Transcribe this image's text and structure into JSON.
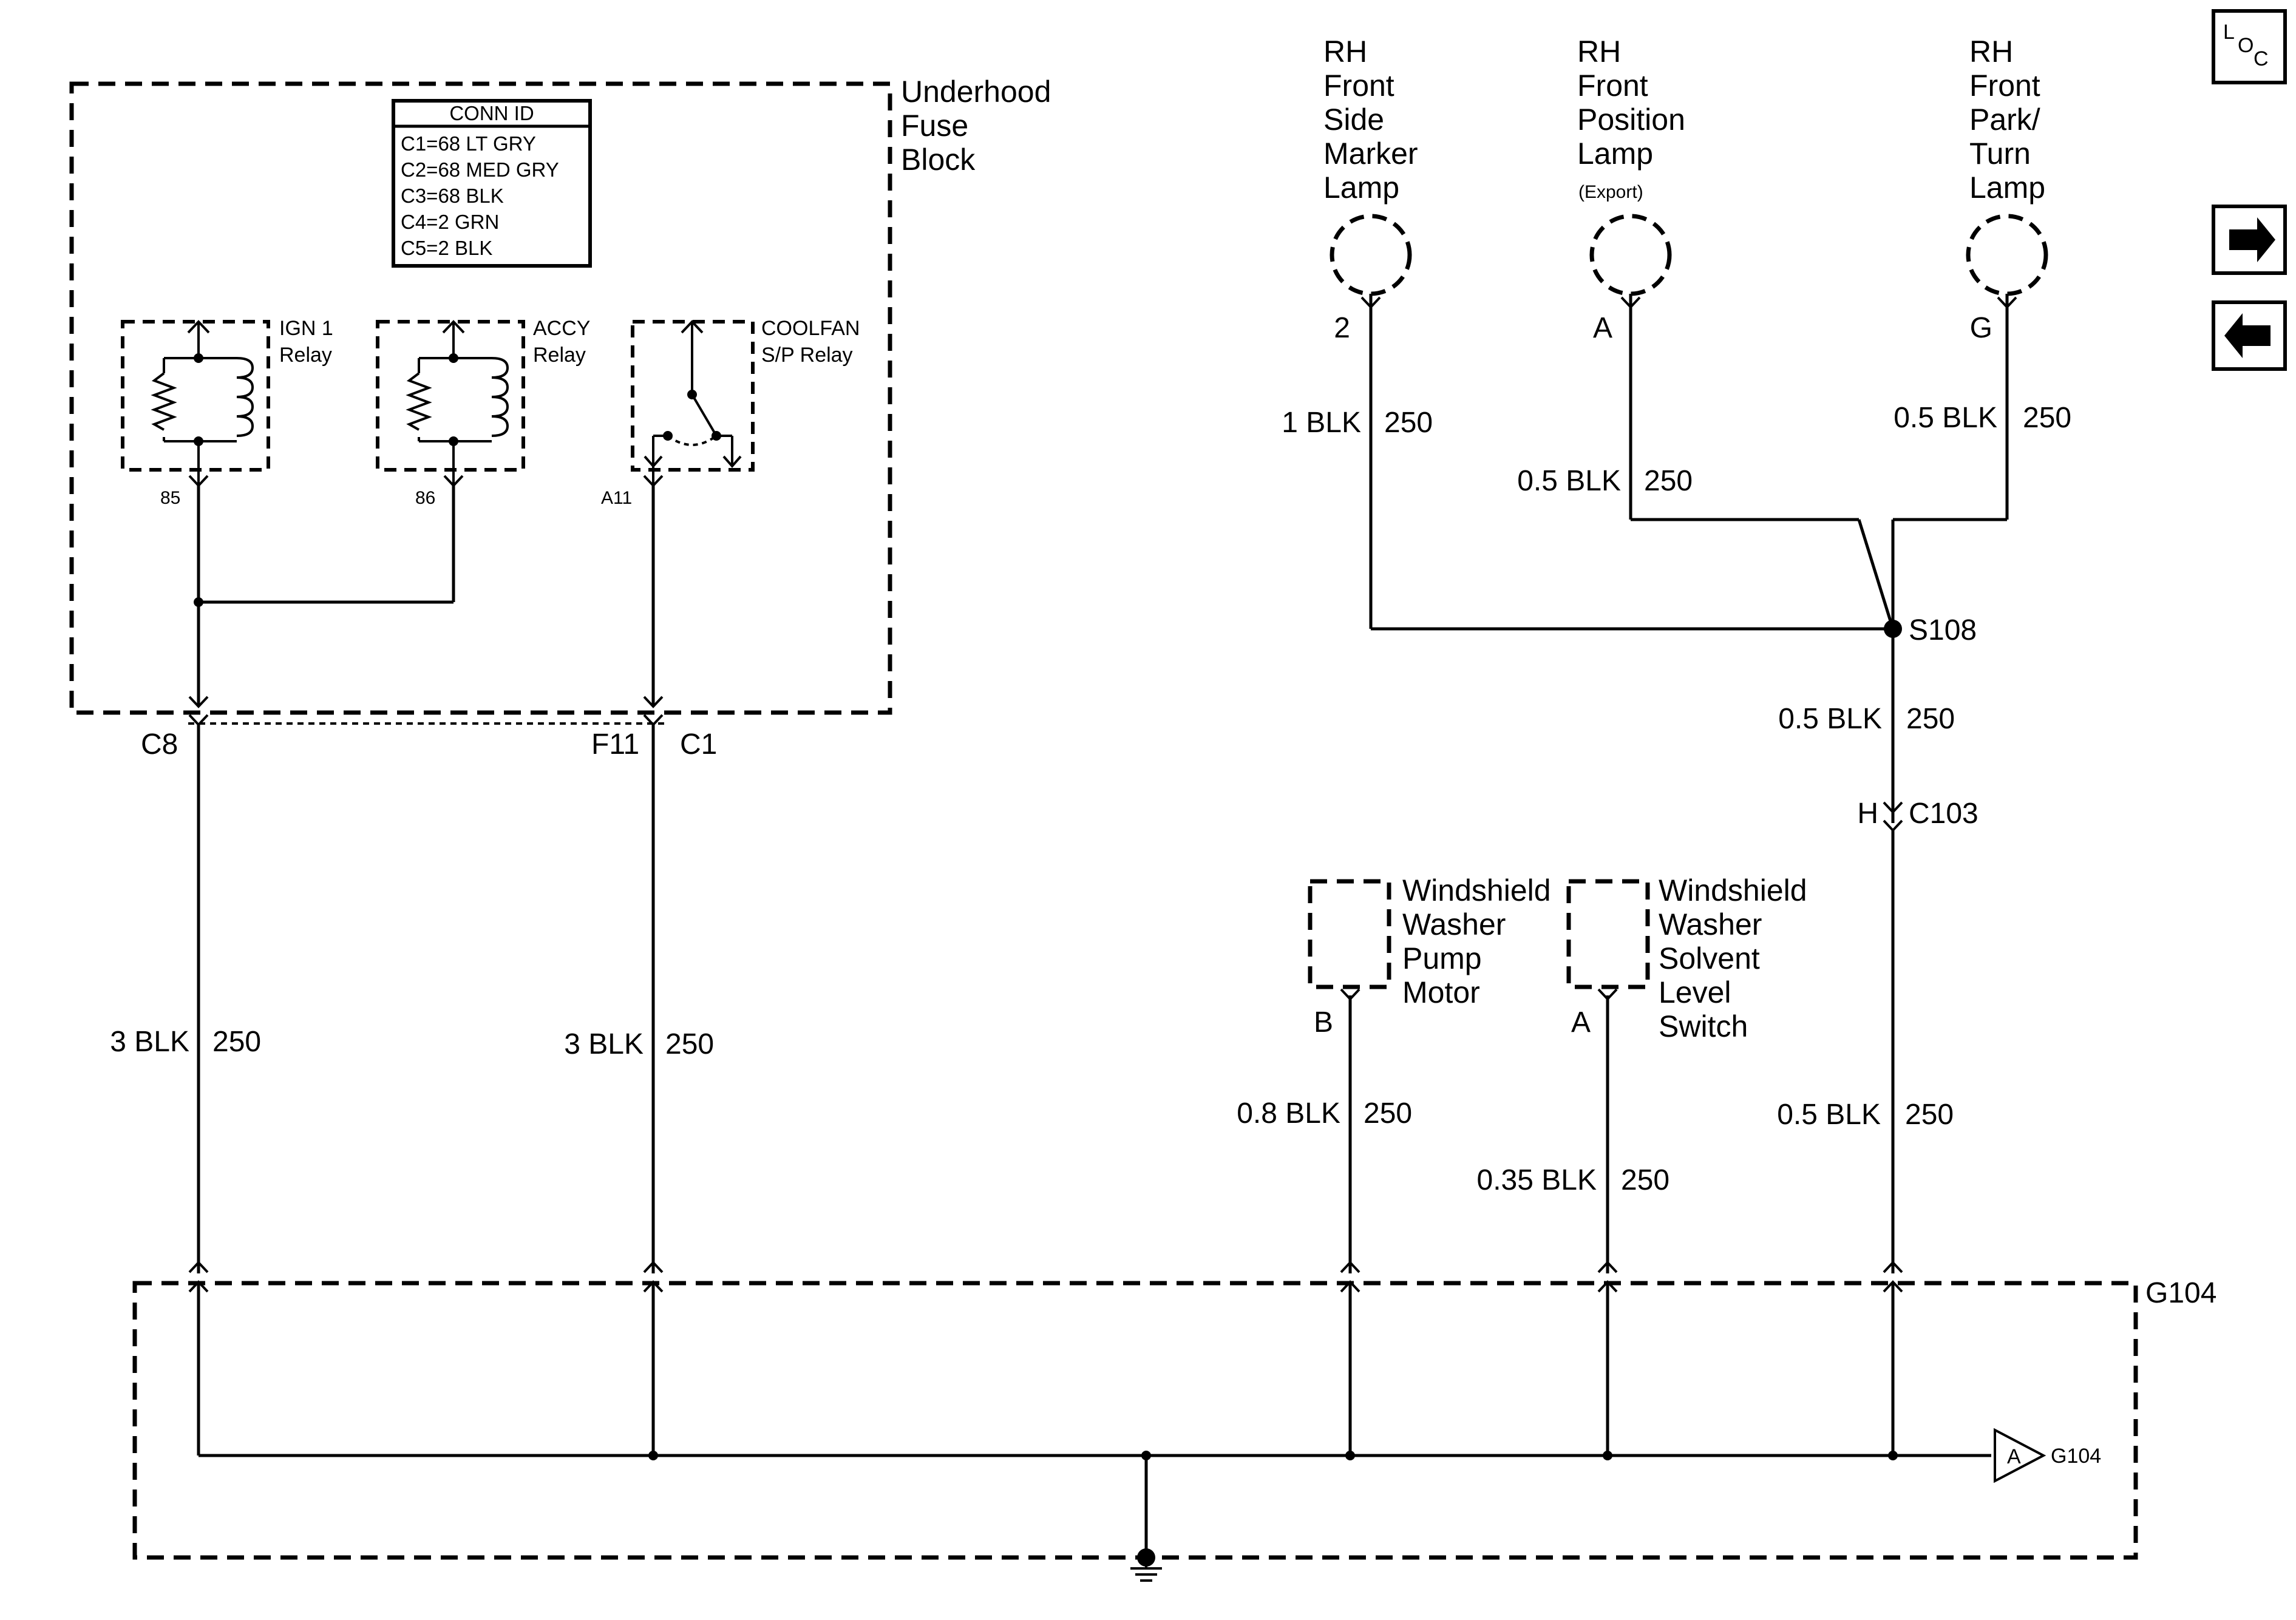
{
  "fuse_block": {
    "name_lines": [
      "Underhood",
      "Fuse",
      "Block"
    ],
    "conn_id": {
      "title": "CONN ID",
      "rows": [
        "C1=68 LT GRY",
        "C2=68 MED GRY",
        "C3=68 BLK",
        "C4=2 GRN",
        "C5=2 BLK"
      ]
    },
    "relays": [
      {
        "name_lines": [
          "IGN 1",
          "Relay"
        ],
        "pin": "85"
      },
      {
        "name_lines": [
          "ACCY",
          "Relay"
        ],
        "pin": "86"
      },
      {
        "name_lines": [
          "COOLFAN",
          "S/P Relay"
        ],
        "pin": "A11"
      }
    ],
    "connectors": {
      "left": "C8",
      "right_a": "F11",
      "right_b": "C1"
    }
  },
  "lamps": [
    {
      "name_lines": [
        "RH",
        "Front",
        "Side",
        "Marker",
        "Lamp"
      ],
      "note": "",
      "pin": "2",
      "wire_gauge": "1 BLK",
      "wire_circuit": "250"
    },
    {
      "name_lines": [
        "RH",
        "Front",
        "Position",
        "Lamp"
      ],
      "note": "(Export)",
      "pin": "A",
      "wire_gauge": "0.5 BLK",
      "wire_circuit": "250"
    },
    {
      "name_lines": [
        "RH",
        "Front",
        "Park/",
        "Turn",
        "Lamp"
      ],
      "note": "",
      "pin": "G",
      "wire_gauge": "0.5 BLK",
      "wire_circuit": "250"
    }
  ],
  "splice": {
    "name": "S108",
    "wire_gauge": "0.5 BLK",
    "wire_circuit": "250"
  },
  "inline_connector": {
    "pin": "H",
    "name": "C103",
    "wire_gauge": "0.5 BLK",
    "wire_circuit": "250"
  },
  "washer_pump": {
    "name_lines": [
      "Windshield",
      "Washer",
      "Pump",
      "Motor"
    ],
    "pin": "B",
    "wire_gauge": "0.8 BLK",
    "wire_circuit": "250"
  },
  "washer_switch": {
    "name_lines": [
      "Windshield",
      "Washer",
      "Solvent",
      "Level",
      "Switch"
    ],
    "pin": "A",
    "wire_gauge": "0.35 BLK",
    "wire_circuit": "250"
  },
  "fuse_wires": [
    {
      "gauge": "3 BLK",
      "circuit": "250"
    },
    {
      "gauge": "3 BLK",
      "circuit": "250"
    }
  ],
  "ground": {
    "name": "G104",
    "ref_pin": "A",
    "ref_name": "G104"
  },
  "nav": {
    "loc_letters": [
      "L",
      "O",
      "C"
    ],
    "next_icon": "arrow-right-icon",
    "prev_icon": "arrow-left-icon"
  }
}
